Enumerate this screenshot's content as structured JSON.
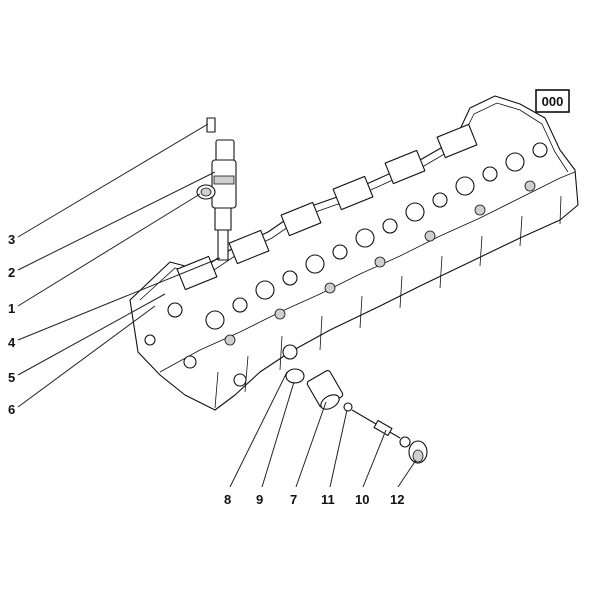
{
  "page_label": "000",
  "callouts": {
    "c3": "3",
    "c2": "2",
    "c1": "1",
    "c4": "4",
    "c5": "5",
    "c6": "6",
    "c8": "8",
    "c9": "9",
    "c7": "7",
    "c11": "11",
    "c10": "10",
    "c12": "12"
  }
}
